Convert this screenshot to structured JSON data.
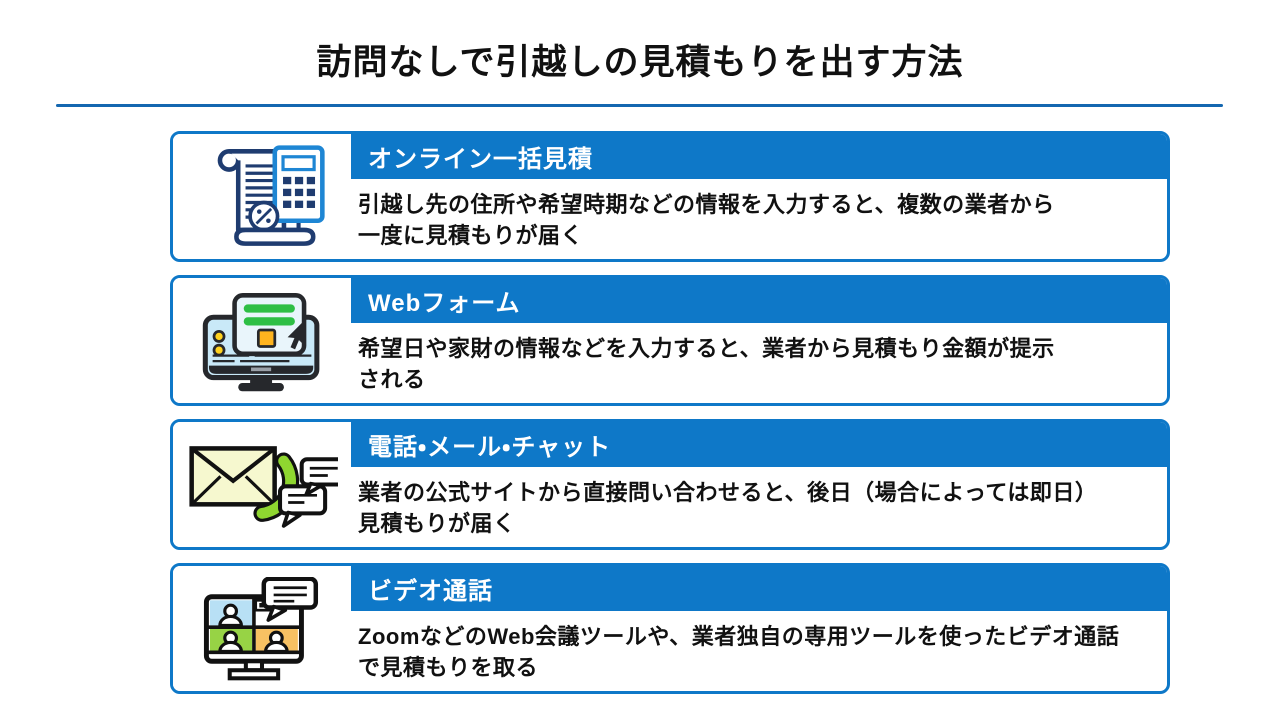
{
  "title": "訪問なしで引越しの見積もりを出す方法",
  "theme": {
    "accent_blue": "#0e78c8",
    "divider_blue": "#1467b0",
    "text_color": "#111111",
    "header_text_color": "#ffffff"
  },
  "cards": [
    {
      "icon": "receipt-calculator-icon",
      "heading": "オンライン一括見積",
      "body": "引越し先の住所や希望時期などの情報を入力すると、複数の業者から\n一度に見積もりが届く"
    },
    {
      "icon": "web-form-monitor-icon",
      "heading": "Webフォーム",
      "body": "希望日や家財の情報などを入力すると、業者から見積もり金額が提示\nされる"
    },
    {
      "icon": "mail-phone-chat-icon",
      "heading": "電話・メール・チャット",
      "body": "業者の公式サイトから直接問い合わせると、後日（場合によっては即日）\n見積もりが届く"
    },
    {
      "icon": "video-call-icon",
      "heading": "ビデオ通話",
      "body": "ZoomなどのWeb会議ツールや、業者独自の専用ツールを使ったビデオ通話\nで見積もりを取る"
    }
  ]
}
